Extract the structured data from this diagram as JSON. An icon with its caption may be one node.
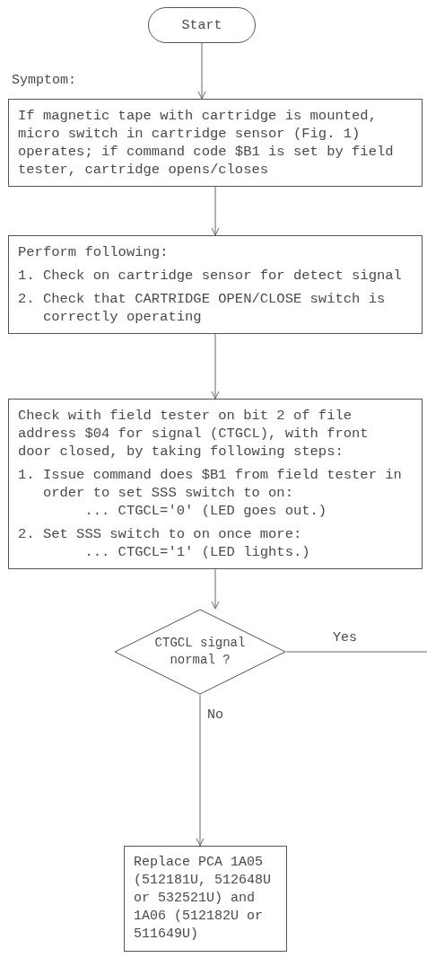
{
  "diagram": {
    "nodes": [
      {
        "text": [
          "Start"
        ]
      },
      {
        "text": [
          "Symptom:",
          "If magnetic tape with cartridge is mounted, micro switch in cartridge sensor (Fig. 1) operates; if command code $B1 is set by field tester, cartridge opens/closes"
        ]
      },
      {
        "text": [
          "Perform following:",
          "1. Check on cartridge sensor for detect signal",
          "2. Check that CARTRIDGE OPEN/CLOSE switch is correctly operating"
        ]
      },
      {
        "text": [
          "Check with field tester on bit 2 of file address $04 for signal (CTGCL), with front door closed, by taking following steps:",
          "1. Issue command does $B1 from field tester in order to set SSS switch to on:",
          "... CTGCL='0' (LED goes out.)",
          "2. Set SSS switch to on once more:",
          "... CTGCL='1' (LED lights.)"
        ]
      },
      {
        "text": [
          "CTGCL signal normal ?"
        ]
      },
      {
        "text": [
          "Replace PCA 1A05 (512181U, 512648U or 532521U) and 1A06 (512182U or 511649U)"
        ]
      }
    ],
    "edges": [
      {
        "from": 0,
        "to": 1,
        "arrow": "to"
      },
      {
        "from": 1,
        "to": 2,
        "arrow": "to"
      },
      {
        "from": 2,
        "to": 3,
        "arrow": "to"
      },
      {
        "from": 3,
        "to": 4,
        "arrow": "to"
      },
      {
        "from": 4,
        "to": null,
        "arrow": "none",
        "label": "Yes"
      },
      {
        "from": 4,
        "to": 5,
        "arrow": "to",
        "label": "No"
      }
    ]
  }
}
